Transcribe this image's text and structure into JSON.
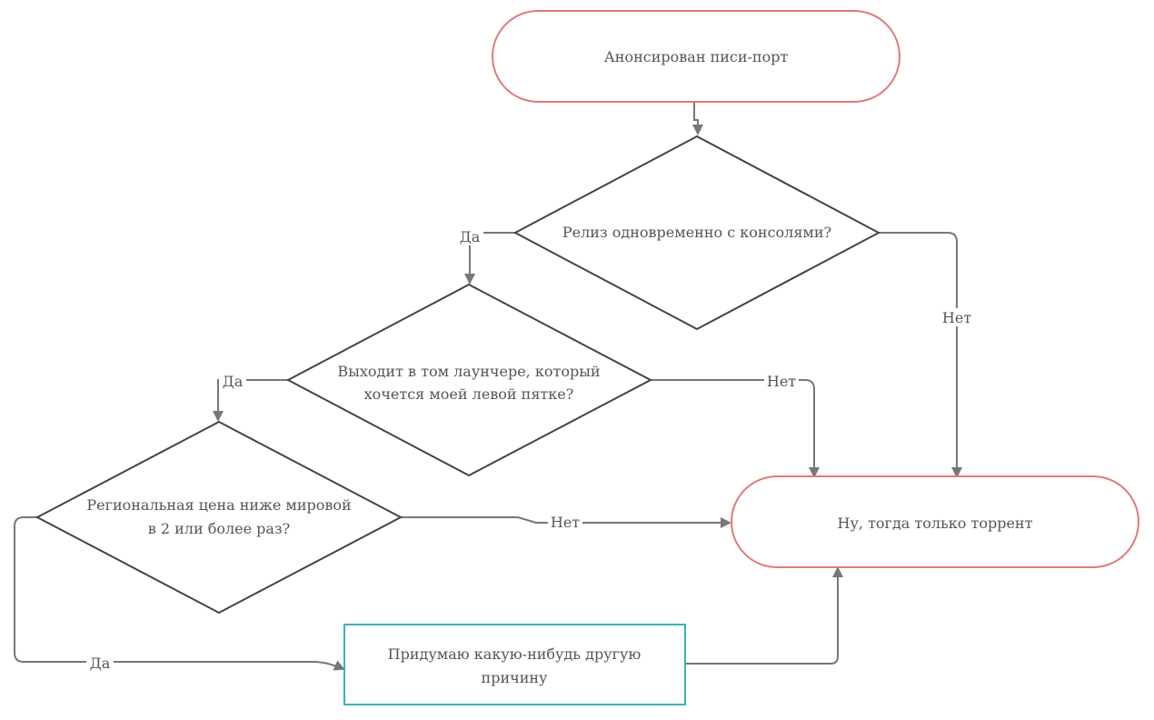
{
  "nodes": {
    "start": {
      "text": "Анонсирован писи-порт"
    },
    "decision_release": {
      "text": "Релиз одновременно с консолями?"
    },
    "decision_launcher": {
      "lines": [
        "Выходит в том лаунчере, который",
        "хочется моей левой пятке?"
      ]
    },
    "decision_price": {
      "lines": [
        "Региональная цена ниже мировой",
        "в 2 или более раз?"
      ]
    },
    "process_reason": {
      "lines": [
        "Придумаю какую-нибудь другую",
        "причину"
      ]
    },
    "end": {
      "text": "Ну, тогда только торрент"
    }
  },
  "edges": {
    "release_yes": "Да",
    "release_no": "Нет",
    "launcher_yes": "Да",
    "launcher_no": "Нет",
    "price_no": "Нет",
    "price_yes": "Да"
  }
}
